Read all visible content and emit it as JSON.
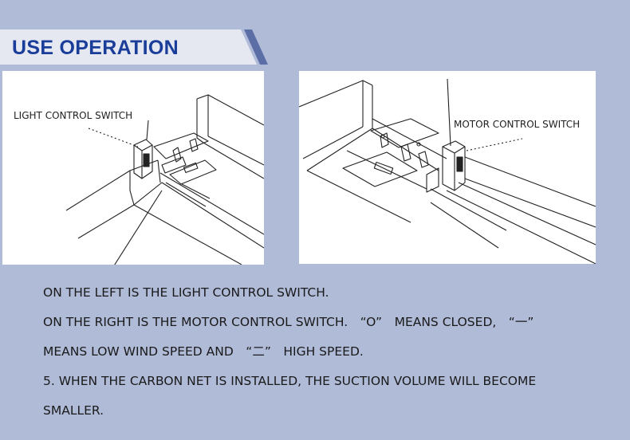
{
  "header": {
    "title": "USE OPERATION"
  },
  "figures": {
    "left": {
      "label": "LIGHT CONTROL SWITCH"
    },
    "right": {
      "label": "MOTOR CONTROL SWITCH"
    }
  },
  "body": {
    "lines": [
      "ON THE LEFT IS THE LIGHT CONTROL SWITCH.",
      "ON THE RIGHT IS THE MOTOR CONTROL SWITCH.　“O”　MEANS CLOSED,　“一”",
      "MEANS LOW WIND SPEED AND　“二”　HIGH SPEED.",
      "5. WHEN THE CARBON NET IS INSTALLED, THE SUCTION VOLUME WILL BECOME",
      "SMALLER."
    ]
  },
  "colors": {
    "background": "#b0bbd8",
    "banner": "#e5e8f1",
    "title": "#1b3d9a",
    "accent_stripe": "#5b6fa6"
  }
}
